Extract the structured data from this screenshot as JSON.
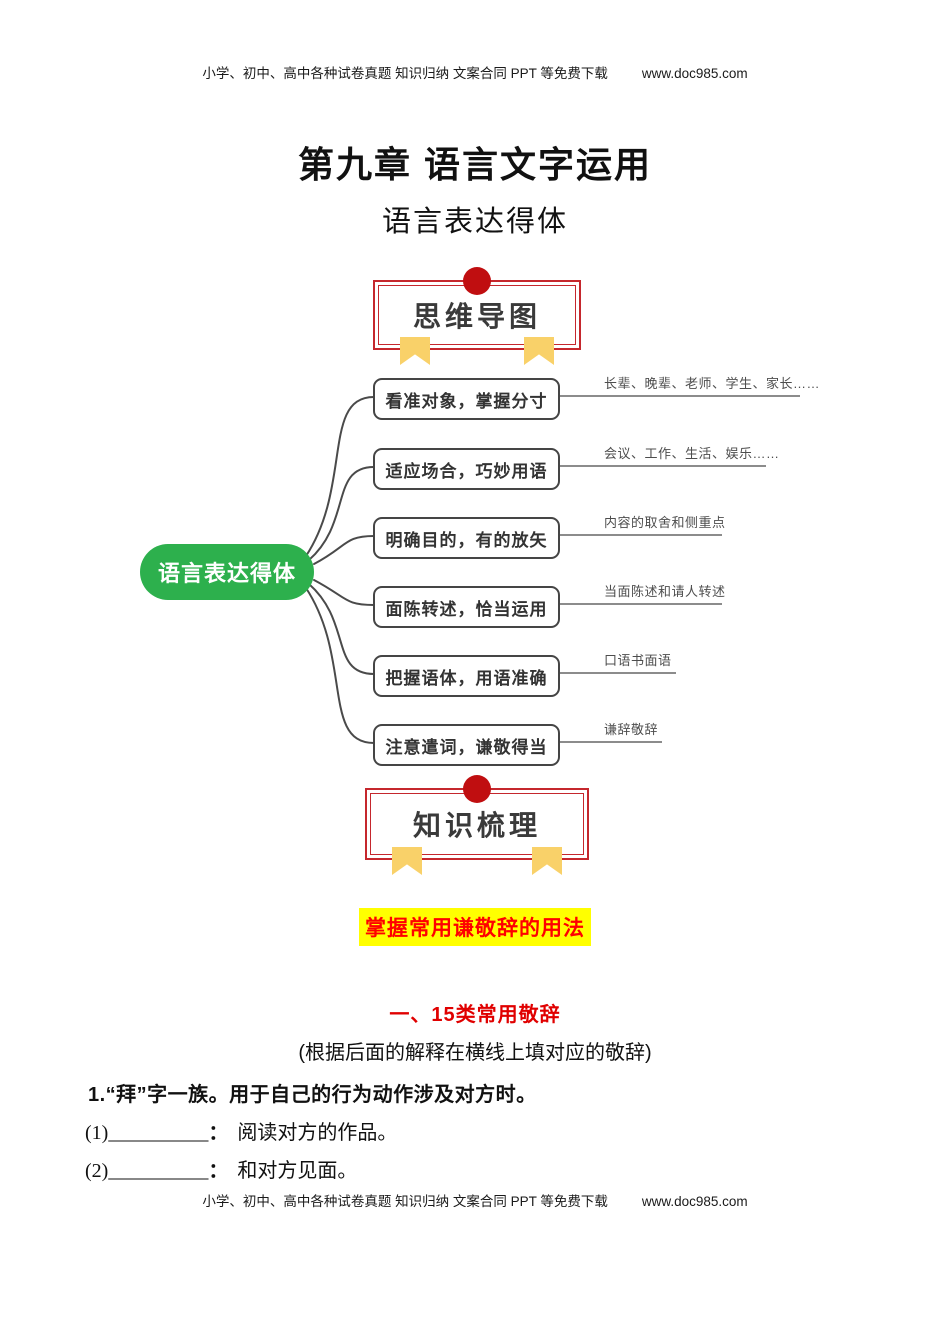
{
  "band": {
    "text": "小学、初中、高中各种试卷真题  知识归纳  文案合同  PPT 等免费下载",
    "url": "www.doc985.com"
  },
  "title": "第九章 语言文字运用",
  "subtitle": "语言表达得体",
  "badges": {
    "mindmap": "思维导图",
    "knowledge": "知识梳理"
  },
  "mindmap": {
    "center": "语言表达得体",
    "branches": [
      {
        "label": "看准对象，掌握分寸",
        "note": "长辈、晚辈、老师、学生、家长……"
      },
      {
        "label": "适应场合，巧妙用语",
        "note": "会议、工作、生活、娱乐……"
      },
      {
        "label": "明确目的，有的放矢",
        "note": "内容的取舍和侧重点"
      },
      {
        "label": "面陈转述，恰当运用",
        "note": "当面陈述和请人转述"
      },
      {
        "label": "把握语体，用语准确",
        "note": "口语书面语"
      },
      {
        "label": "注意遣词，谦敬得当",
        "note": "谦辞敬辞"
      }
    ]
  },
  "content": {
    "highlight": "掌握常用谦敬辞的用法",
    "heading": "一、15类常用敬辞",
    "instruction": "(根据后面的解释在横线上填对应的敬辞)",
    "item1": "1.“拜”字一族。用于自己的行为动作涉及对方时。",
    "blanks": [
      {
        "prefix": "(1)",
        "blank": "__________",
        "colon": "：",
        "desc": "阅读对方的作品。"
      },
      {
        "prefix": "(2)",
        "blank": "__________",
        "colon": "：",
        "desc": "和对方见面。"
      }
    ]
  },
  "colors": {
    "accent_green": "#2DB04D",
    "frame_red": "#C5272D",
    "dot_red": "#C00E10",
    "ribbon_yellow": "#F9D169",
    "highlight_bg": "#FFFF00",
    "highlight_text": "#FF0000",
    "heading_red": "#E00000"
  }
}
